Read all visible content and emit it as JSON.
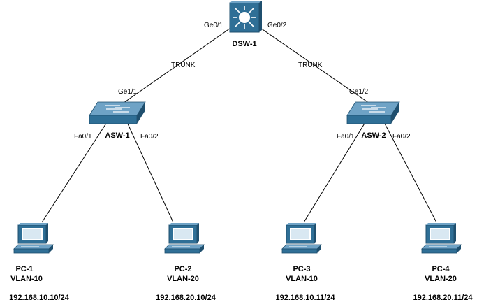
{
  "colors": {
    "device_blue": "#2f6f96",
    "device_blue_light": "#6fa3c6",
    "device_blue_dark": "#1f4f6e",
    "link": "#000000",
    "text": "#000000"
  },
  "dsw": {
    "name": "DSW-1",
    "icon": "multilayer-switch-icon",
    "ports": {
      "left": "Ge0/1",
      "right": "Ge0/2"
    }
  },
  "links": {
    "left_trunk": "TRUNK",
    "right_trunk": "TRUNK"
  },
  "access_switches": [
    {
      "name": "ASW-1",
      "icon": "switch-icon",
      "uplink": "Ge1/1",
      "port_left": "Fa0/1",
      "port_right": "Fa0/2"
    },
    {
      "name": "ASW-2",
      "icon": "switch-icon",
      "uplink": "Ge1/2",
      "port_left": "Fa0/1",
      "port_right": "Fa0/2"
    }
  ],
  "pcs": [
    {
      "name": "PC-1",
      "vlan": "VLAN-10",
      "ip": "192.168.10.10/24",
      "icon": "pc-icon"
    },
    {
      "name": "PC-2",
      "vlan": "VLAN-20",
      "ip": "192.168.20.10/24",
      "icon": "pc-icon"
    },
    {
      "name": "PC-3",
      "vlan": "VLAN-10",
      "ip": "192.168.10.11/24",
      "icon": "pc-icon"
    },
    {
      "name": "PC-4",
      "vlan": "VLAN-20",
      "ip": "192.168.20.11/24",
      "icon": "pc-icon"
    }
  ]
}
